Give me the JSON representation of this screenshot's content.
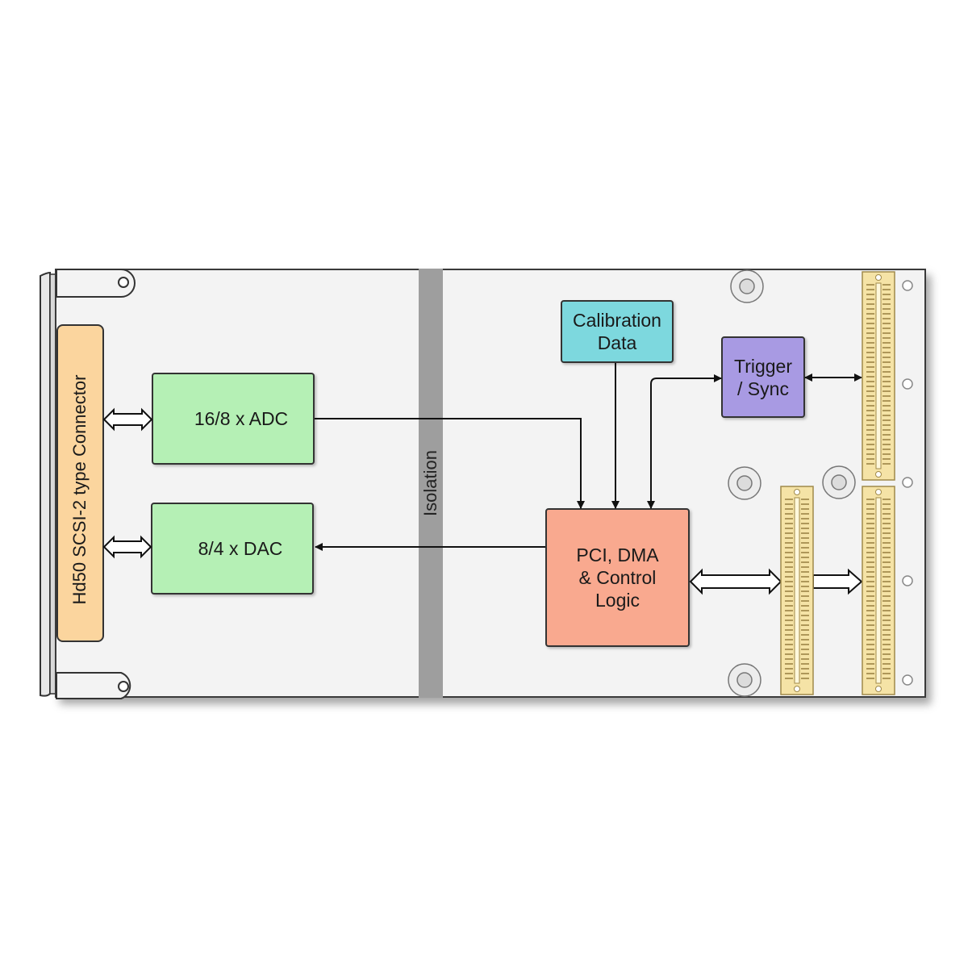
{
  "blocks": {
    "connector": "Hd50 SCSI-2 type Connector",
    "adc": "16/8 x ADC",
    "dac": "8/4 x DAC",
    "isolation": "Isolation",
    "calibration": "Calibration\nData",
    "trigger": "Trigger\n/ Sync",
    "pci": "PCI, DMA\n& Control\nLogic"
  },
  "colors": {
    "connector": "#fbd59e",
    "converter": "#b5f0b5",
    "calibration": "#7dd8de",
    "trigger": "#a89ae3",
    "pci": "#f9a98f",
    "isolation": "#9e9e9e",
    "pcb_connector": "#f5e3a6"
  }
}
